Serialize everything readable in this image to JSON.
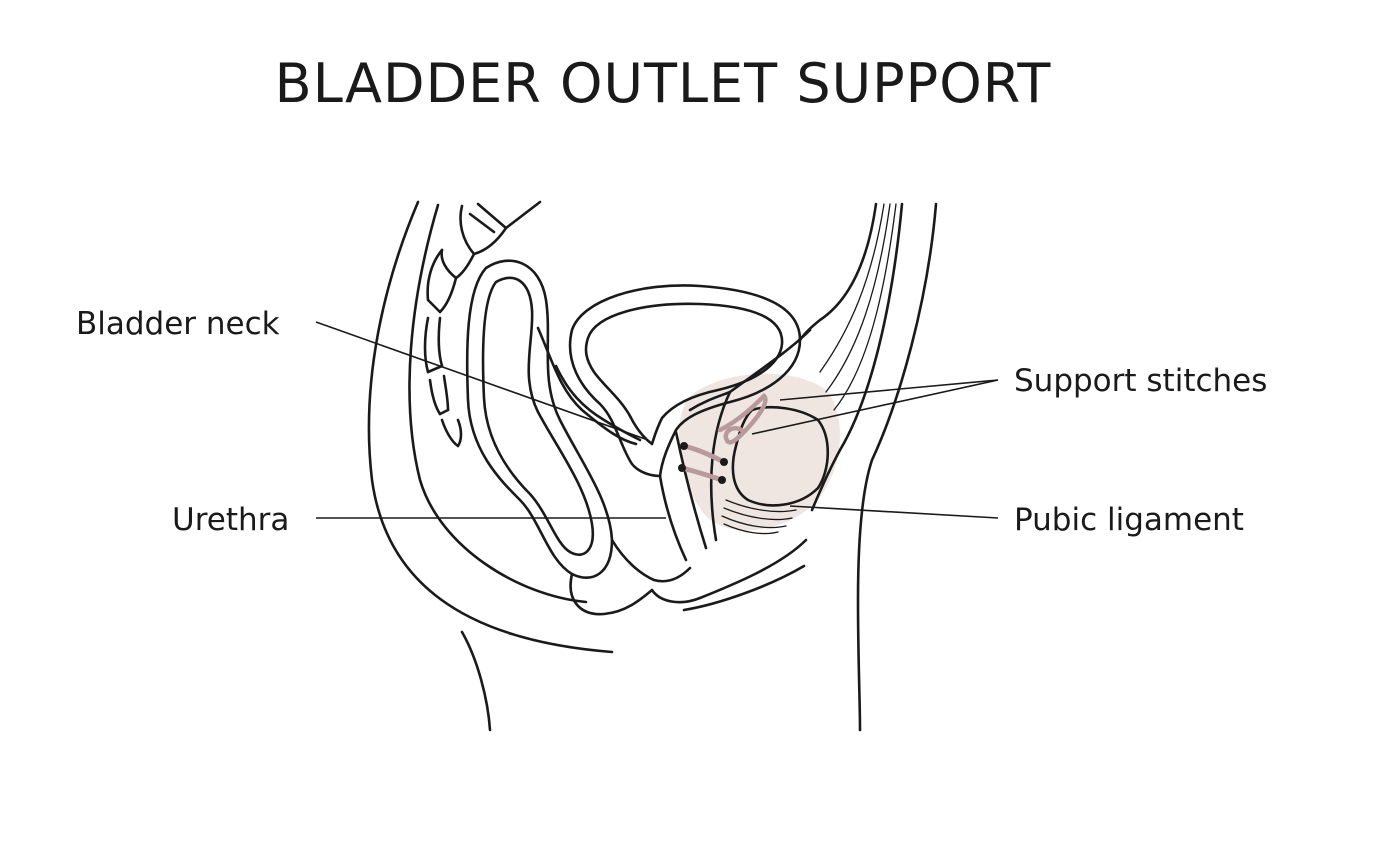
{
  "title": "BLADDER OUTLET SUPPORT",
  "labels": {
    "bladder_neck": "Bladder neck",
    "urethra": "Urethra",
    "support_stitches": "Support stitches",
    "pubic_ligament": "Pubic ligament"
  },
  "colors": {
    "line": "#1a1a1a",
    "highlight": "#efe6e2",
    "stitch": "#b89a9c"
  }
}
